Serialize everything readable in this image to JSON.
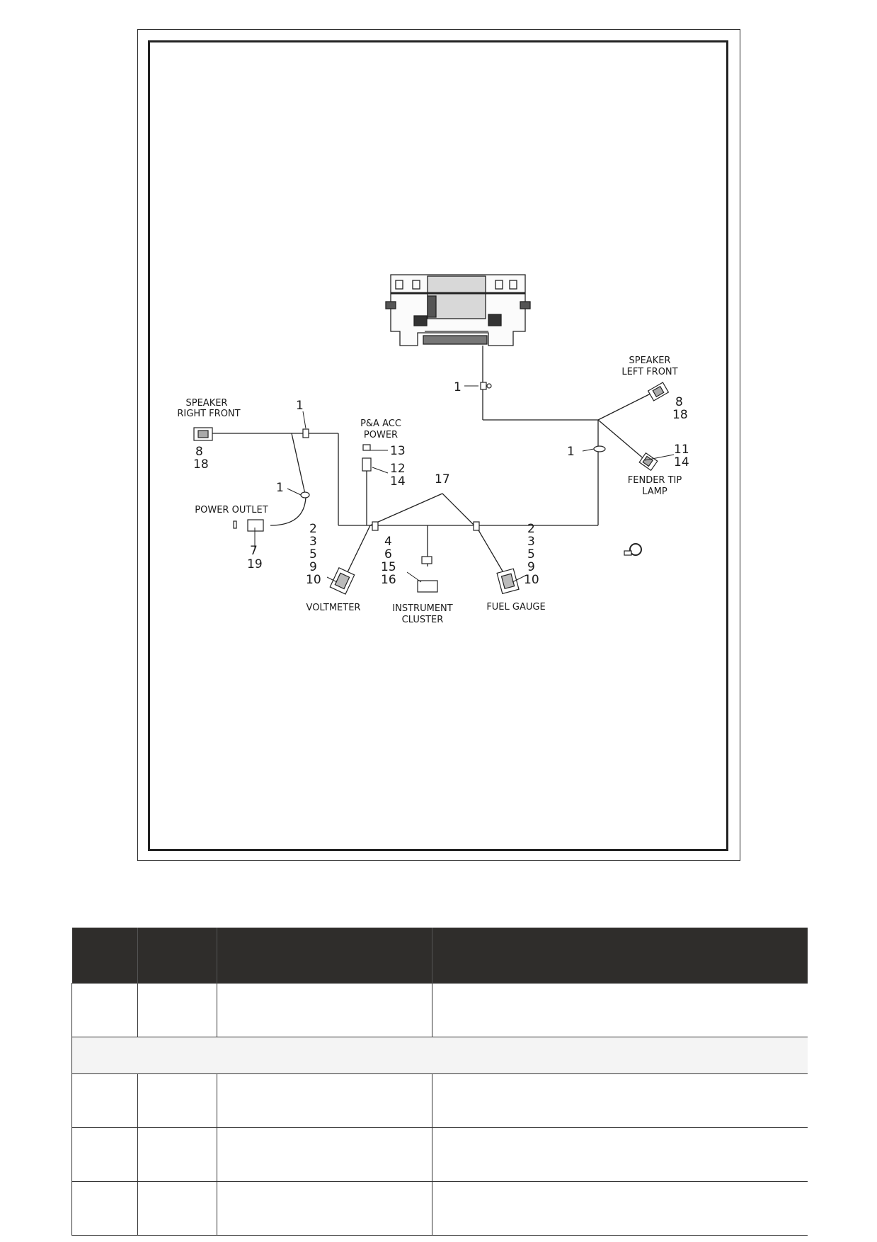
{
  "diagram": {
    "labels": {
      "speaker_right_front_1": "SPEAKER",
      "speaker_right_front_2": "RIGHT FRONT",
      "speaker_left_front_1": "SPEAKER",
      "speaker_left_front_2": "LEFT FRONT",
      "pa_acc_power_1": "P&A ACC",
      "pa_acc_power_2": "POWER",
      "power_outlet": "POWER OUTLET",
      "fender_tip_lamp_1": "FENDER TIP",
      "fender_tip_lamp_2": "LAMP",
      "voltmeter": "VOLTMETER",
      "instrument_cluster_1": "INSTRUMENT",
      "instrument_cluster_2": "CLUSTER",
      "fuel_gauge": "FUEL GAUGE"
    },
    "callouts": {
      "clip_top": "1",
      "clip_right_front": "1",
      "clip_outlet": "1",
      "clip_left": "1",
      "rf_a": "8",
      "rf_b": "18",
      "lf_a": "8",
      "lf_b": "18",
      "pa_13": "13",
      "pa_12": "12",
      "pa_14": "14",
      "ft_11": "11",
      "ft_14": "14",
      "po_7": "7",
      "po_19": "19",
      "branch_17": "17",
      "vm_2": "2",
      "vm_3": "3",
      "vm_5": "5",
      "vm_9": "9",
      "vm_10": "10",
      "ic_4": "4",
      "ic_6": "6",
      "ic_15": "15",
      "ic_16": "16",
      "fg_2": "2",
      "fg_3": "3",
      "fg_5": "5",
      "fg_9": "9",
      "fg_10": "10"
    }
  },
  "table": {
    "header": [
      "",
      "",
      "",
      ""
    ],
    "rows": [
      [
        "",
        "",
        "",
        ""
      ],
      [
        ""
      ],
      [
        "",
        "",
        "",
        ""
      ],
      [
        "",
        "",
        "",
        ""
      ],
      [
        "",
        "",
        "",
        ""
      ]
    ]
  }
}
